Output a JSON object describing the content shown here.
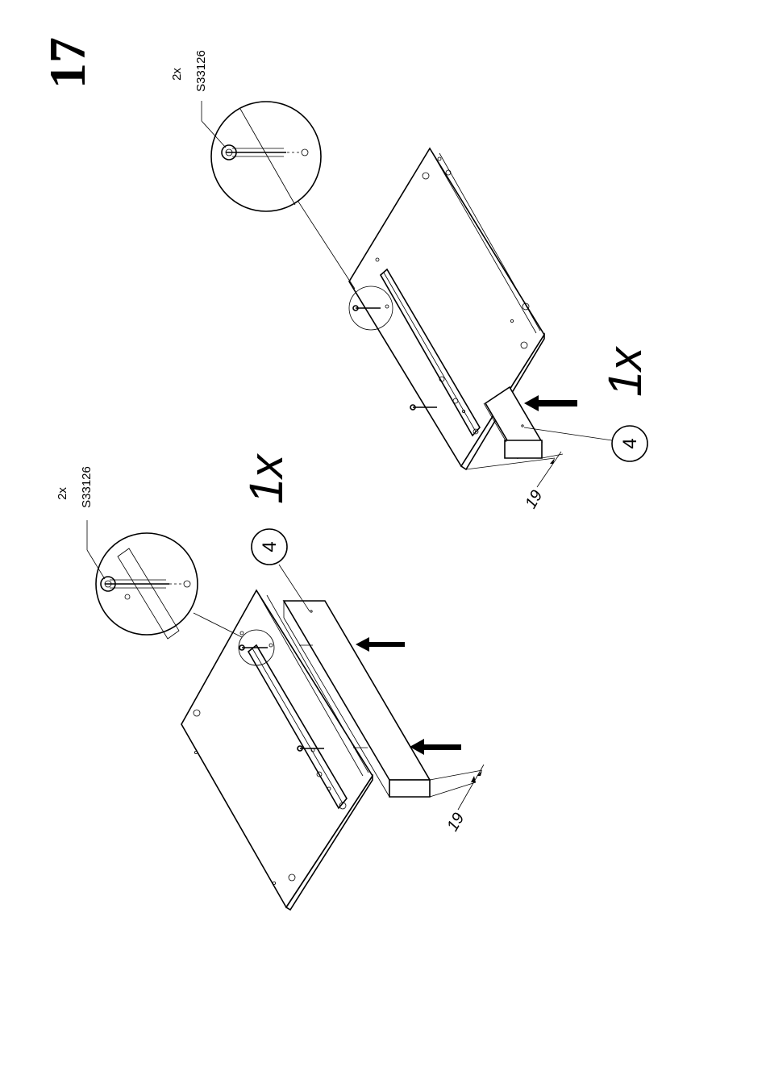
{
  "step": {
    "number": "17"
  },
  "assemblies": [
    {
      "id": "left",
      "quantity": "1x",
      "part_number": "4",
      "dimension": "19",
      "screw": {
        "count": "2x",
        "code": "S33126"
      }
    },
    {
      "id": "right",
      "quantity": "1x",
      "part_number": "4",
      "dimension": "19",
      "screw": {
        "count": "2x",
        "code": "S33126"
      }
    }
  ]
}
